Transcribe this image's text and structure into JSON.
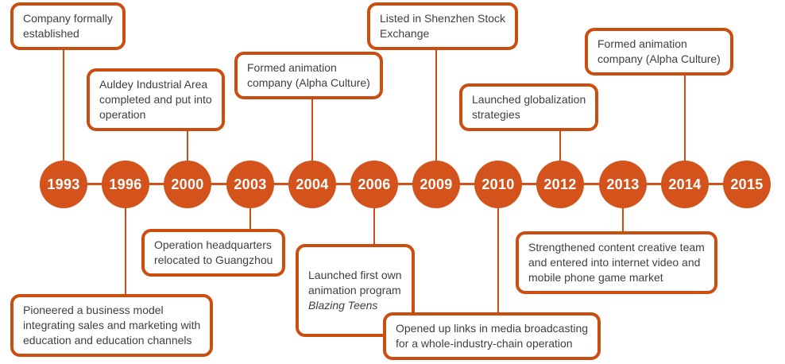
{
  "colors": {
    "accent_orange": "#d4521c",
    "box_border_orange": "#cb4e10",
    "text_dark": "#3f3f3f",
    "year_text_white": "#ffffff",
    "background": "#ffffff"
  },
  "timeline": {
    "years": [
      "1993",
      "1996",
      "2000",
      "2003",
      "2004",
      "2006",
      "2009",
      "2010",
      "2012",
      "2013",
      "2014",
      "2015"
    ],
    "events_above": [
      {
        "year": "1993",
        "text": "Company formally\nestablished"
      },
      {
        "year": "2000",
        "text": "Auldey Industrial Area\ncompleted and put into\noperation"
      },
      {
        "year": "2004",
        "text": "Formed animation\ncompany (Alpha Culture)"
      },
      {
        "year": "2009",
        "text": "Listed in Shenzhen Stock\nExchange"
      },
      {
        "year": "2012",
        "text": "Launched globalization\nstrategies"
      },
      {
        "year": "2014",
        "text": "Formed animation\ncompany (Alpha Culture)"
      }
    ],
    "events_below": [
      {
        "year": "1996",
        "text": "Pioneered a business model\nintegrating sales and marketing with\neducation and education channels"
      },
      {
        "year": "2003",
        "text": "Operation headquarters\nrelocated to Guangzhou"
      },
      {
        "year": "2006",
        "text": "Launched first own\nanimation program",
        "italic_text": "Blazing Teens"
      },
      {
        "year": "2010",
        "text": "Opened up links in media broadcasting\nfor a whole-industry-chain operation"
      },
      {
        "year": "2013",
        "text": "Strengthened content creative team\nand entered into internet video and\nmobile phone game market"
      }
    ]
  }
}
